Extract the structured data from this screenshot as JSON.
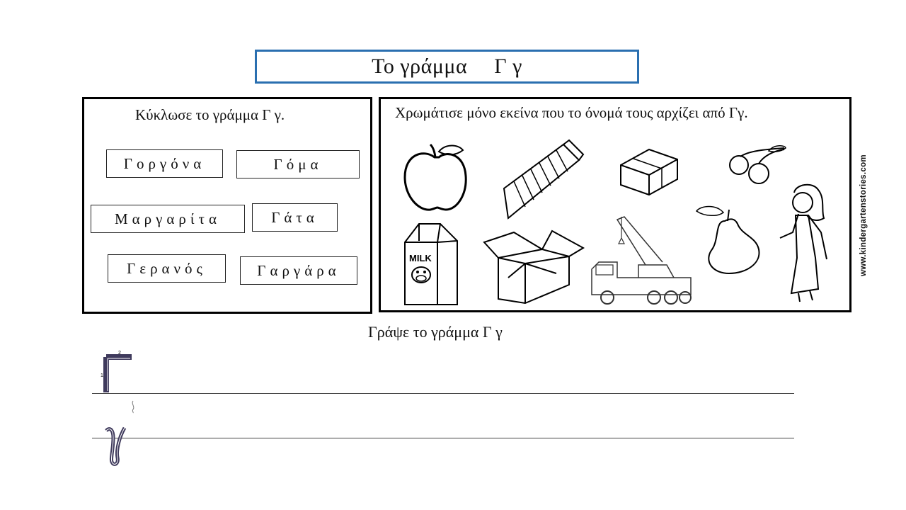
{
  "title": {
    "text": "Το γράμμα",
    "letters": "Γ γ"
  },
  "circle_section": {
    "instruction": "Κύκλωσε το γράμμα Γ γ.",
    "words": [
      "Γοργόνα",
      "Γόμα",
      "Μαργαρίτα",
      "Γάτα",
      "Γερανός",
      "Γαργάρα"
    ]
  },
  "color_section": {
    "instruction": "Χρωμάτισε μόνο εκείνα που το όνομά τους αρχίζει από Γγ.",
    "pictures": [
      "apple",
      "tie",
      "eraser",
      "cherries",
      "milk-carton",
      "box",
      "crane-truck",
      "pear",
      "lady"
    ],
    "milk_label": "MILK"
  },
  "watermark": "www.kindergartenstories.com",
  "write_section": {
    "instruction": "Γράψε το γράμμα Γ γ",
    "uppercase": "Γ",
    "lowercase": "γ",
    "stroke_numbers": [
      "1",
      "2"
    ]
  }
}
